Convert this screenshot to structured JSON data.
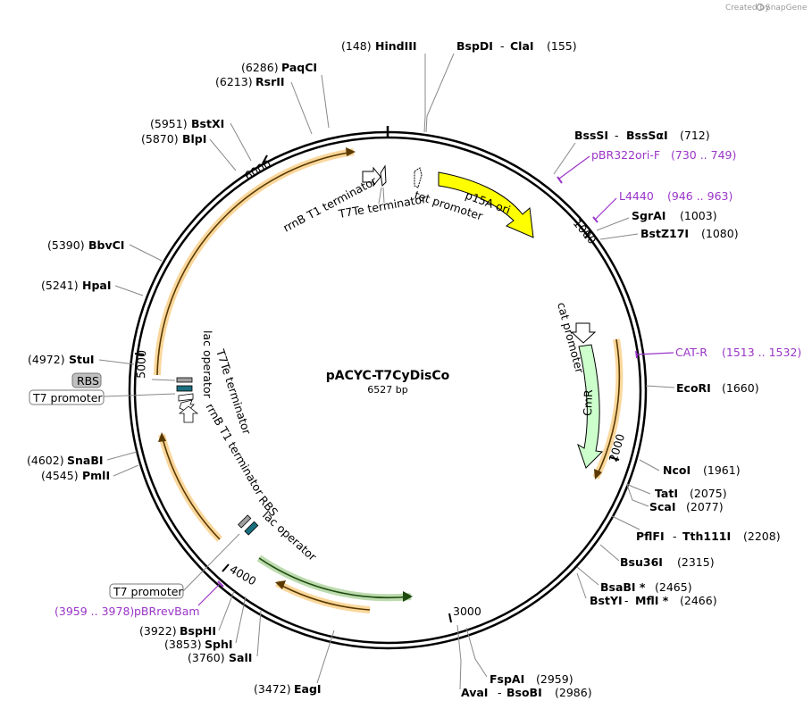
{
  "branding": {
    "created_by": "Created by",
    "product": "SnapGene"
  },
  "plasmid": {
    "name": "pACYC-T7CyDisCo",
    "size": "6527 bp"
  },
  "ticks": [
    "1000",
    "2000",
    "3000",
    "4000",
    "5000",
    "6000"
  ],
  "sites": [
    {
      "name": "HindIII",
      "pos": "(148)"
    },
    {
      "name": "BspDI",
      "sep": "-",
      "name2": "ClaI",
      "pos": "(155)"
    },
    {
      "name": "BssSI",
      "sep": "-",
      "name2": "BssSαI",
      "pos": "(712)"
    },
    {
      "name": "SgrAI",
      "pos": "(1003)"
    },
    {
      "name": "BstZ17I",
      "pos": "(1080)"
    },
    {
      "name": "EcoRI",
      "pos": "(1660)"
    },
    {
      "name": "NcoI",
      "pos": "(1961)"
    },
    {
      "name": "TatI",
      "pos": "(2075)"
    },
    {
      "name": "ScaI",
      "pos": "(2077)"
    },
    {
      "name": "PflFI",
      "sep": "-",
      "name2": "Tth111I",
      "pos": "(2208)"
    },
    {
      "name": "Bsu36I",
      "pos": "(2315)"
    },
    {
      "name": "BsaBI *",
      "pos": "(2465)"
    },
    {
      "name": "BstYI",
      "sep": "-",
      "name2": "MflI *",
      "pos": "(2466)"
    },
    {
      "name": "FspAI",
      "pos": "(2959)"
    },
    {
      "name": "AvaI",
      "sep": "-",
      "name2": "BsoBI",
      "pos": "(2986)"
    },
    {
      "name": "EagI",
      "pos": "(3472)"
    },
    {
      "name": "SalI",
      "pos": "(3760)"
    },
    {
      "name": "SphI",
      "pos": "(3853)"
    },
    {
      "name": "BspHI",
      "pos": "(3922)"
    },
    {
      "name": "PmlI",
      "pos": "(4545)"
    },
    {
      "name": "SnaBI",
      "pos": "(4602)"
    },
    {
      "name": "StuI",
      "pos": "(4972)"
    },
    {
      "name": "HpaI",
      "pos": "(5241)"
    },
    {
      "name": "BbvCI",
      "pos": "(5390)"
    },
    {
      "name": "BlpI",
      "pos": "(5870)"
    },
    {
      "name": "BstXI",
      "pos": "(5951)"
    },
    {
      "name": "RsrII",
      "pos": "(6213)"
    },
    {
      "name": "PaqCI",
      "pos": "(6286)"
    }
  ],
  "primers": [
    {
      "name": "pBR322ori-F",
      "range": "(730 .. 749)"
    },
    {
      "name": "L4440",
      "range": "(946 .. 963)"
    },
    {
      "name": "CAT-R",
      "range": "(1513 .. 1532)"
    },
    {
      "name": "pBRrevBam",
      "range": "(3959 .. 3978)"
    }
  ],
  "features": {
    "p15a_ori": "p15A ori",
    "cmr": "CmR",
    "cat_promoter": "cat promoter",
    "tet_promoter": "tet promoter",
    "rrnb_top": "rrnB T1 terminator",
    "t7te_top": "T7Te terminator",
    "lac_operator_left": "lac operator",
    "t7te_left": "T7Te terminator",
    "rrnb_left": "rrnB T1 terminator",
    "rbs_bottom": "RBS",
    "lac_operator_bottom": "lac operator",
    "rbs_box": "RBS",
    "t7_promoter_box1": "T7 promoter",
    "t7_promoter_box2": "T7 promoter"
  },
  "colors": {
    "ori": "#ffff00",
    "cmr": "#ccffcc",
    "orf_orange": "#f5a623",
    "orf_green": "#6ab04c",
    "primer": "#9a35c8",
    "rbs_box": "#c0c0c0"
  }
}
